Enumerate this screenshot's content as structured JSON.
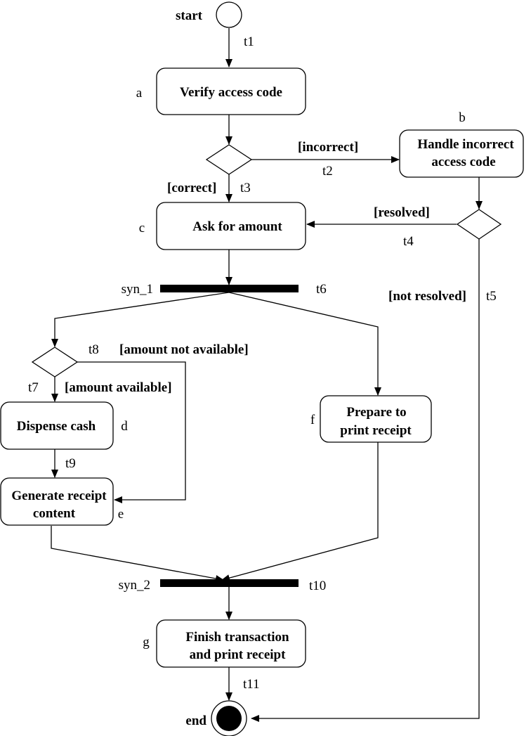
{
  "start_label": "start",
  "end_label": "end",
  "nodes": {
    "a": {
      "id": "a",
      "lines": [
        "Verify access code"
      ]
    },
    "b": {
      "id": "b",
      "lines": [
        "Handle incorrect",
        "access code"
      ]
    },
    "c": {
      "id": "c",
      "lines": [
        "Ask for amount"
      ]
    },
    "d": {
      "id": "d",
      "lines": [
        "Dispense cash"
      ]
    },
    "e": {
      "id": "e",
      "lines": [
        "Generate receipt",
        "content"
      ]
    },
    "f": {
      "id": "f",
      "lines": [
        "Prepare to",
        "print receipt"
      ]
    },
    "g": {
      "id": "g",
      "lines": [
        "Finish transaction",
        "and print receipt"
      ]
    }
  },
  "sync_bars": {
    "syn_1": {
      "label": "syn_1"
    },
    "syn_2": {
      "label": "syn_2"
    }
  },
  "transitions": {
    "t1": "t1",
    "t2": "t2",
    "t3": "t3",
    "t4": "t4",
    "t5": "t5",
    "t6": "t6",
    "t7": "t7",
    "t8": "t8",
    "t9": "t9",
    "t10": "t10",
    "t11": "t11"
  },
  "guards": {
    "incorrect": "[incorrect]",
    "correct": "[correct]",
    "resolved": "[resolved]",
    "not_resolved": "[not resolved]",
    "amount_not_available": "[amount not available]",
    "amount_available": "[amount available]"
  }
}
